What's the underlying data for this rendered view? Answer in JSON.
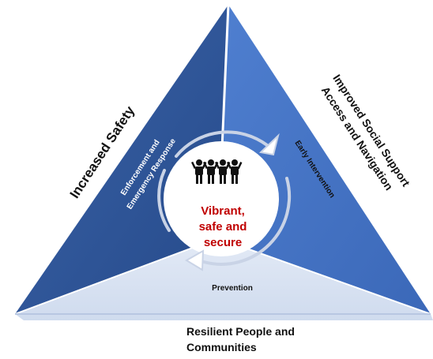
{
  "diagram": {
    "center": {
      "line1": "Vibrant,",
      "line2": "safe and",
      "line3": "secure"
    },
    "sectors": {
      "left_title": "Increased Safety",
      "left_subtitle_line1": "Enforcement and",
      "left_subtitle_line2": "Emergency Response",
      "right_title_line1": "Improved Social Support",
      "right_title_line2": "Access and Navigation",
      "right_subtitle": "Early Intervention",
      "bottom_subtitle": "Prevention"
    },
    "caption_line1": "Resilient People and",
    "caption_line2": "Communities",
    "icons": [
      "people-group-icon",
      "cycle-arrow-icon"
    ],
    "colors": {
      "left_face": "#2f5597",
      "right_face": "#4472c4",
      "bottom_face": "#dae3f3",
      "center_text": "#c00000",
      "arrow": "#c9d3e6"
    }
  }
}
